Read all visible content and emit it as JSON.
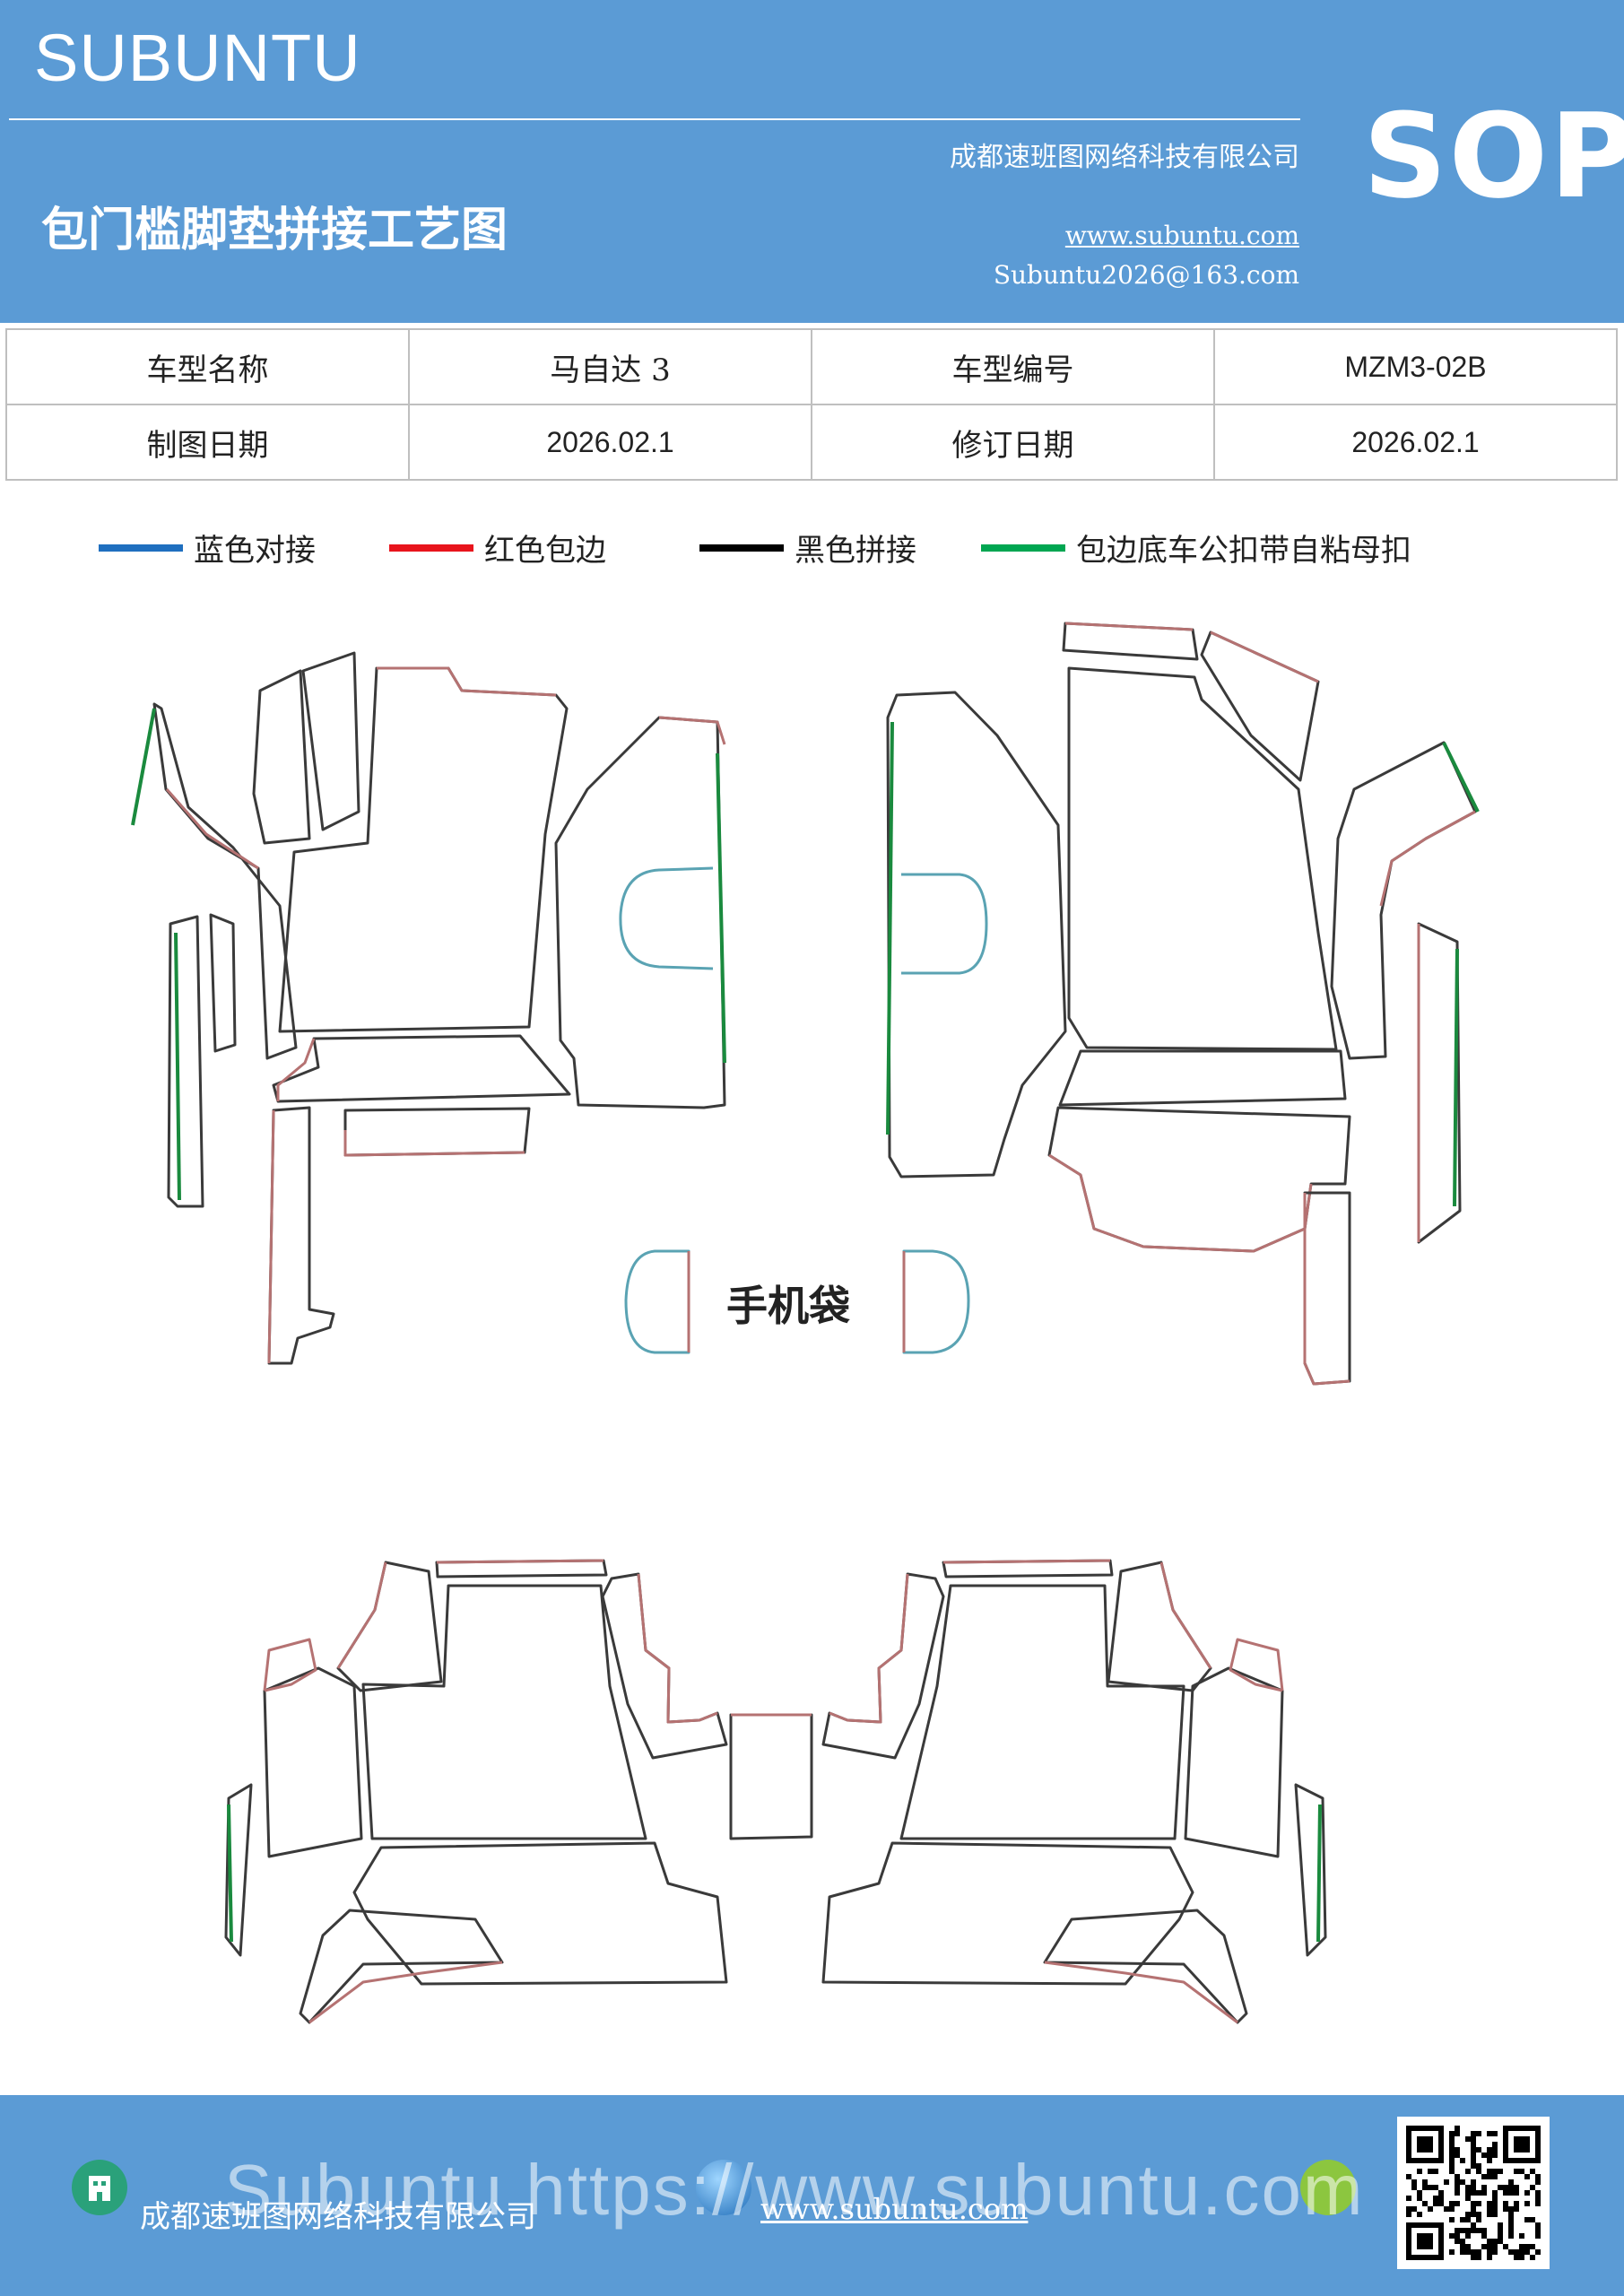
{
  "header": {
    "brand": "SUBUNTU",
    "title": "包门槛脚垫拼接工艺图",
    "company": "成都速班图网络科技有限公司",
    "website": "www.subuntu.com",
    "email": "Subuntu2026@163.com",
    "badge": "SOP"
  },
  "info_table": {
    "rows": [
      [
        "车型名称",
        "马自达 3",
        "车型编号",
        "MZM3-02B"
      ],
      [
        "制图日期",
        "2026.02.1",
        "修订日期",
        "2026.02.1"
      ]
    ]
  },
  "legend": [
    {
      "label": "蓝色对接",
      "color": "#1f6fbf"
    },
    {
      "label": "红色包边",
      "color": "#e8141c"
    },
    {
      "label": "黑色拼接",
      "color": "#000000"
    },
    {
      "label": "包边底车公扣带自粘母扣",
      "color": "#00a651"
    }
  ],
  "diagram": {
    "pocket_label": "手机袋",
    "colors": {
      "outline": "#3a3a3a",
      "edge": "#b57272",
      "green": "#1a8a3e",
      "blue": "#5aa3b3"
    }
  },
  "footer": {
    "company": "成都速班图网络科技有限公司",
    "website": "www.subuntu.com",
    "watermark": "Subuntu https://www.subuntu.com"
  }
}
